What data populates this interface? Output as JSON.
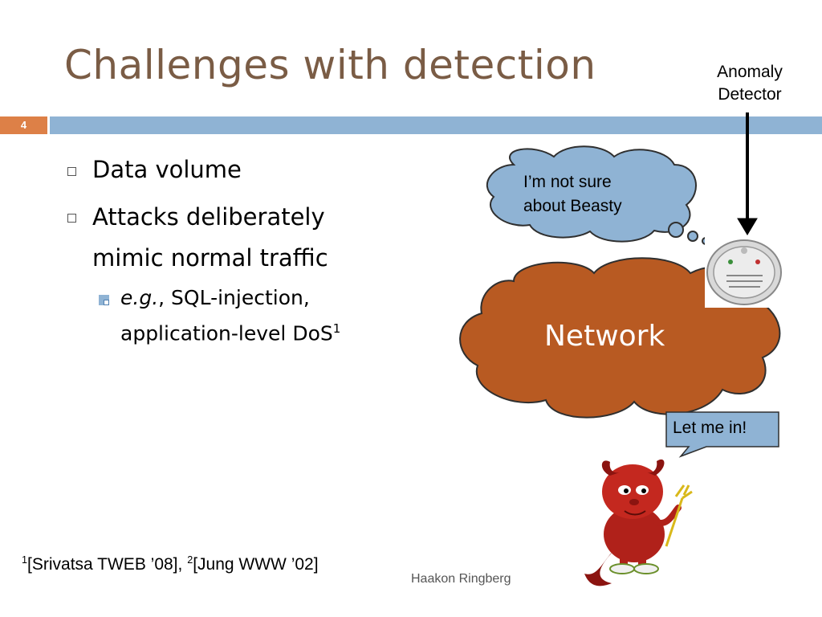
{
  "slide": {
    "title": "Challenges with detection",
    "number": "4",
    "author": "Haakon Ringberg"
  },
  "bullets": [
    {
      "text": "Data volume"
    },
    {
      "text_line1": "Attacks deliberately",
      "text_line2": "mimic normal traffic"
    }
  ],
  "sub_bullet": {
    "italic": "e.g.",
    "line1_rest": ", SQL-injection,",
    "line2": "application-level DoS",
    "sup": "1"
  },
  "footnote": {
    "sup1": "1",
    "ref1": "[Srivatsa TWEB ’08], ",
    "sup2": "2",
    "ref2": "[Jung WWW ’02]"
  },
  "diagram": {
    "anomaly_line1": "Anomaly",
    "anomaly_line2": "Detector",
    "thought_line1": "I’m not sure",
    "thought_line2": "about Beasty",
    "network_label": "Network",
    "speech": "Let me in!"
  },
  "colors": {
    "title": "#7a5c45",
    "bar": "#8fb3d4",
    "slide_num_bg": "#dd8047",
    "network_cloud": "#b85a22",
    "thought_cloud": "#8fb3d4",
    "speech_bubble": "#8fb3d4"
  },
  "icons": [
    "smoke-detector-icon",
    "devil-mascot-icon",
    "arrow-down-icon"
  ]
}
